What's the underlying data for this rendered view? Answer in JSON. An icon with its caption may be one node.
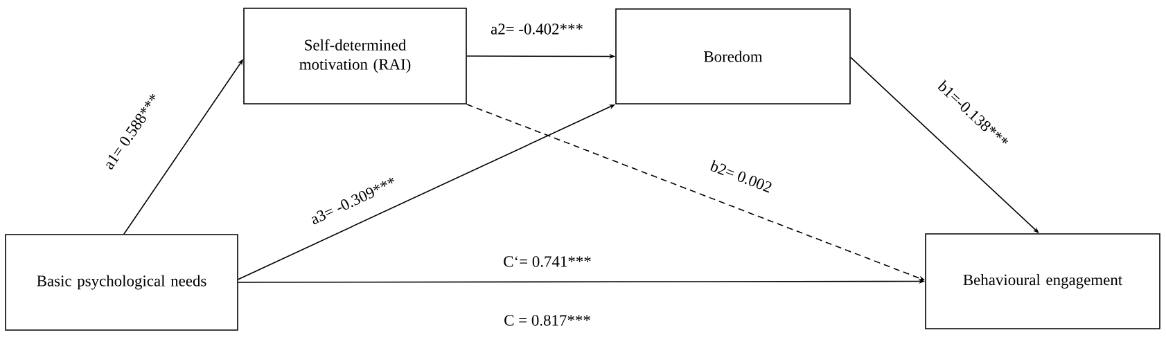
{
  "diagram": {
    "nodes": [
      {
        "text": [
          "Basic psychological needs"
        ]
      },
      {
        "text": [
          "Self-determined motivation (RAI)"
        ]
      },
      {
        "text": [
          "Boredom"
        ]
      },
      {
        "text": [
          "Behavioural engagement"
        ]
      }
    ],
    "edges": [
      {
        "from": 0,
        "to": 1,
        "arrow": "to",
        "label": "a1= 0.588***"
      },
      {
        "from": 1,
        "to": 2,
        "arrow": "to",
        "label": "a2= -0.402***"
      },
      {
        "from": 0,
        "to": 2,
        "arrow": "to",
        "label": "a3= -0.309***"
      },
      {
        "from": 2,
        "to": 3,
        "arrow": "to",
        "label": "b1=-0.138***"
      },
      {
        "from": 1,
        "to": 3,
        "arrow": "to",
        "label": "b2= 0.002",
        "style": "dashed"
      },
      {
        "from": 0,
        "to": 3,
        "arrow": "to",
        "label": "C‘= 0.741***"
      }
    ],
    "labels": [
      "C = 0.817***"
    ]
  }
}
